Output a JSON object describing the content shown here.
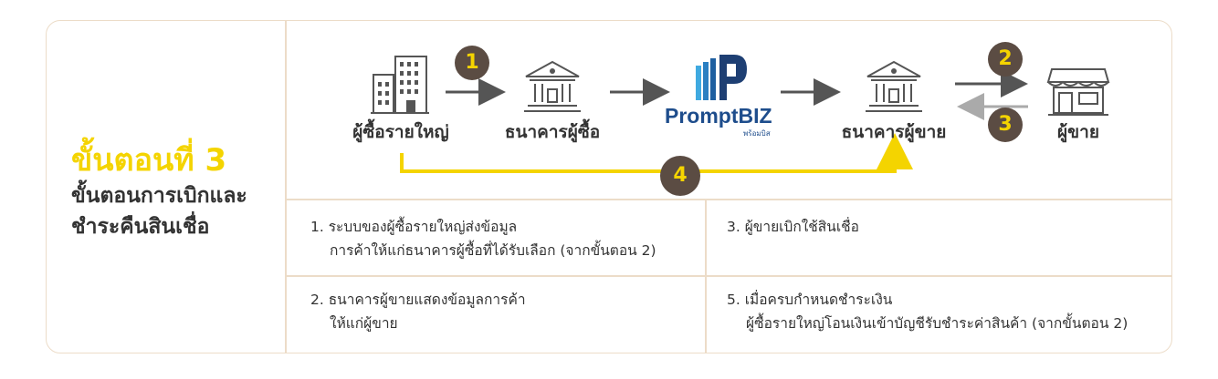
{
  "step": {
    "title": "ขั้นตอนที่ 3",
    "description_line1": "ขั้นตอนการเบิกและ",
    "description_line2": "ชำระคืนสินเชื่อ"
  },
  "nodes": {
    "big_buyer": "ผู้ซื้อรายใหญ่",
    "buyer_bank": "ธนาคารผู้ซื้อ",
    "seller_bank": "ธนาคารผู้ขาย",
    "seller": "ผู้ขาย"
  },
  "brand": {
    "name": "PromptBIZ",
    "sub": "พร้อมบิส"
  },
  "badges": {
    "b1": "1",
    "b2": "2",
    "b3": "3",
    "b4": "4"
  },
  "steps_table": {
    "s1_line1": "1. ระบบของผู้ซื้อรายใหญ่ส่งข้อมูล",
    "s1_line2": "การค้าให้แก่ธนาคารผู้ซื้อที่ได้รับเลือก (จากขั้นตอน 2)",
    "s3_line1": "3. ผู้ขายเบิกใช้สินเชื่อ",
    "s2_line1": "2. ธนาคารผู้ขายแสดงข้อมูลการค้า",
    "s2_line2": "ให้แก่ผู้ขาย",
    "s5_line1": "5. เมื่อครบกำหนดชำระเงิน",
    "s5_line2": "ผู้ซื้อรายใหญ่โอนเงินเข้าบัญชีรับชำระค่าสินค้า (จากขั้นตอน 2)"
  },
  "colors": {
    "accent_yellow": "#f4d400",
    "badge_brown": "#5b4c43",
    "arrow_gray": "#555555",
    "arrow_light": "#aaaaaa",
    "border": "#ecdcc8",
    "brand_blue": "#1e4d8c"
  },
  "icons": {
    "big_buyer": "office-building-icon",
    "buyer_bank": "bank-icon",
    "seller_bank": "bank-icon",
    "seller": "storefront-icon",
    "brand": "promptbiz-logo"
  }
}
